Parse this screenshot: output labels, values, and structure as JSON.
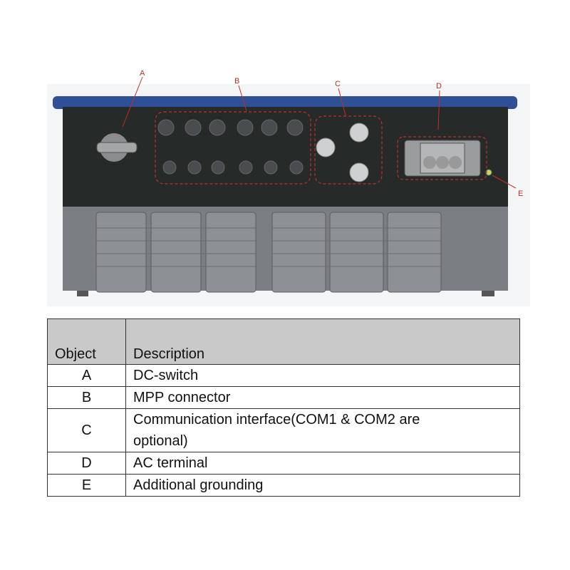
{
  "figure": {
    "callouts": [
      "A",
      "B",
      "C",
      "D",
      "E"
    ],
    "colors": {
      "lid": "#2f4f96",
      "body": "#262a28",
      "base": "#7b7e82",
      "callout": "#c0302c"
    }
  },
  "table": {
    "headers": {
      "object": "Object",
      "description": "Description"
    },
    "rows": [
      {
        "object": "A",
        "description": "DC-switch"
      },
      {
        "object": "B",
        "description": "MPP connector"
      },
      {
        "object": "C",
        "description": "Communication interface(COM1 & COM2 are optional)"
      },
      {
        "object": "D",
        "description": "AC terminal"
      },
      {
        "object": "E",
        "description": "Additional grounding"
      }
    ]
  }
}
